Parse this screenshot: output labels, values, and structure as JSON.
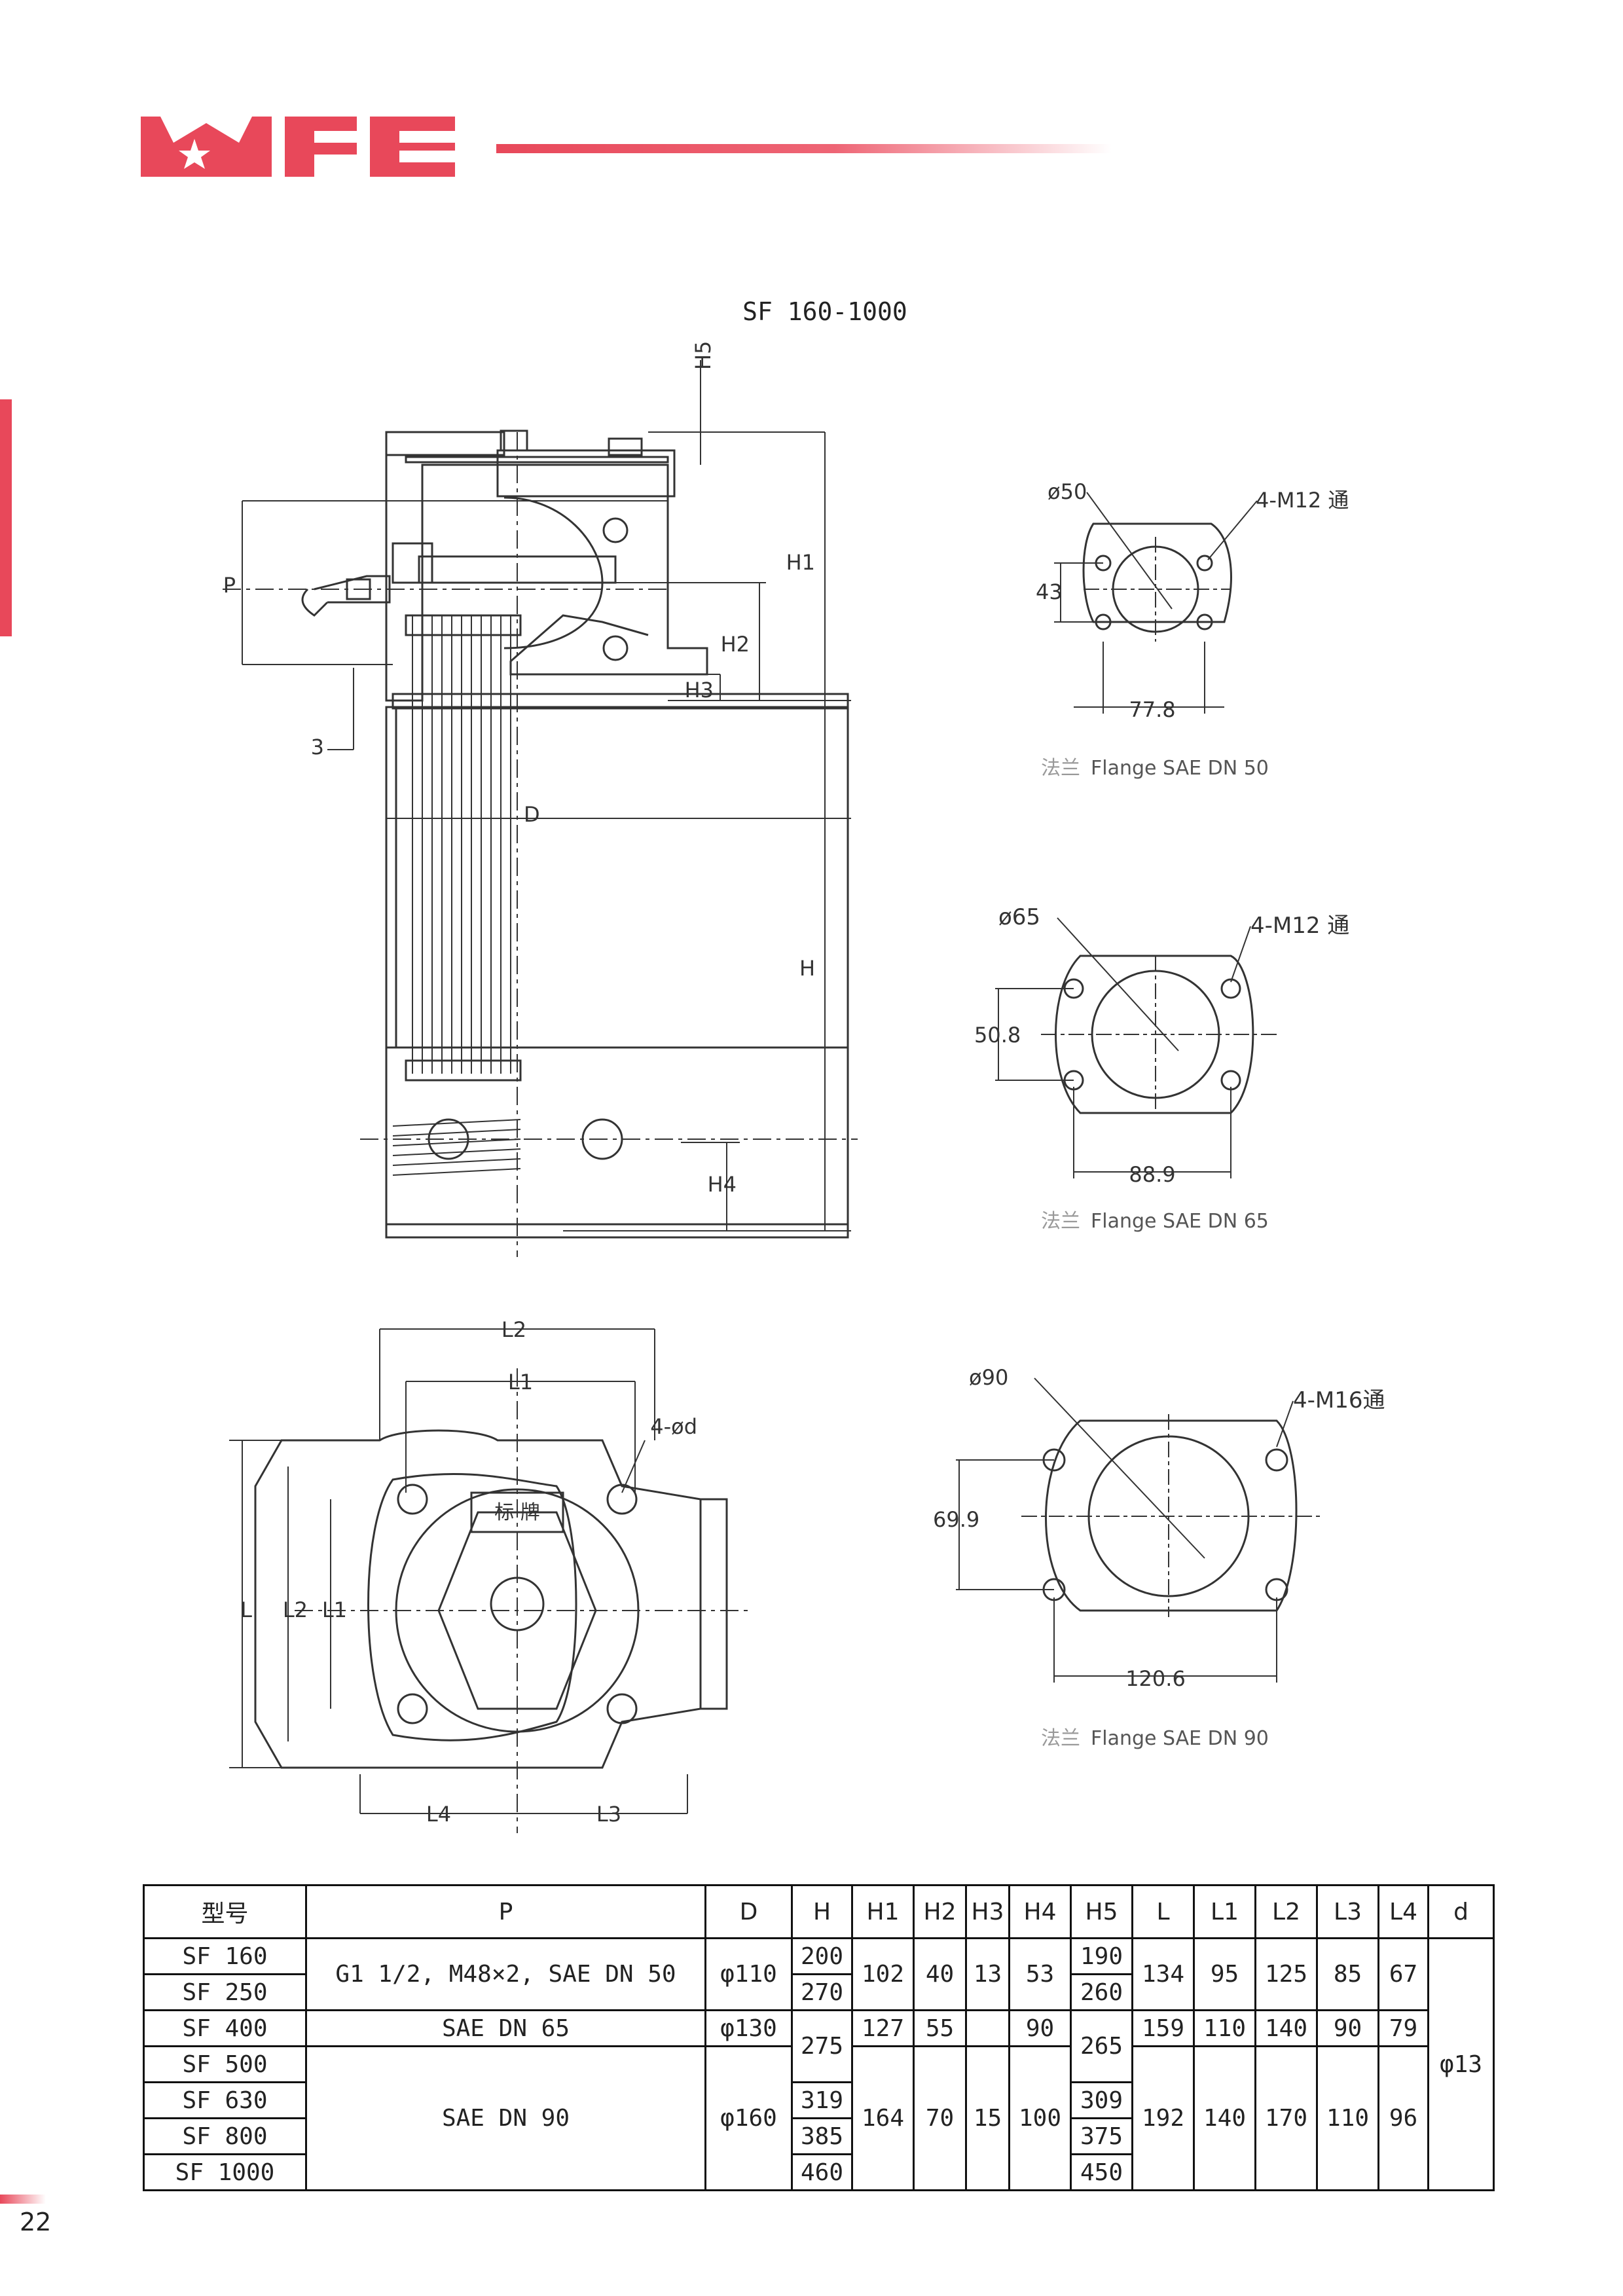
{
  "brand": {
    "logo_text": "MFE",
    "accent_color": "#e8485a"
  },
  "page_number": "22",
  "drawing": {
    "title": "SF 160-1000",
    "main_labels": {
      "h5": "H5",
      "h1": "H1",
      "p": "P",
      "h2": "H2",
      "h3": "H3",
      "three": "3",
      "d": "D",
      "h": "H",
      "h4": "H4"
    },
    "plan_labels": {
      "l2_top": "L2",
      "l1_top": "L1",
      "four_d": "4-ød",
      "l": "L",
      "l2_side": "L2",
      "l1_side": "L1",
      "l4": "L4",
      "l3": "L3",
      "plate": "标 牌"
    }
  },
  "flanges": [
    {
      "dia": "ø50",
      "bolts": "4-M12 通",
      "height_dim": "43",
      "width_dim": "77.8",
      "label_cn": "法兰",
      "label_en": "Flange SAE DN 50"
    },
    {
      "dia": "ø65",
      "bolts": "4-M12 通",
      "height_dim": "50.8",
      "width_dim": "88.9",
      "label_cn": "法兰",
      "label_en": "Flange SAE DN 65"
    },
    {
      "dia": "ø90",
      "bolts": "4-M16通",
      "height_dim": "69.9",
      "width_dim": "120.6",
      "label_cn": "法兰",
      "label_en": "Flange SAE DN 90"
    }
  ],
  "table": {
    "headers": [
      "型号",
      "P",
      "D",
      "H",
      "H1",
      "H2",
      "H3",
      "H4",
      "H5",
      "L",
      "L1",
      "L2",
      "L3",
      "L4",
      "d"
    ],
    "models": [
      "SF 160",
      "SF 250",
      "SF 400",
      "SF 500",
      "SF 630",
      "SF 800",
      "SF 1000"
    ],
    "p_groups": [
      "G1 1/2, M48×2, SAE DN 50",
      "SAE DN 65",
      "SAE DN 90"
    ],
    "D": [
      "φ110",
      "φ130",
      "φ160"
    ],
    "H": [
      "200",
      "270",
      "275",
      "319",
      "385",
      "460"
    ],
    "H1": [
      "102",
      "127",
      "164"
    ],
    "H2": [
      "40",
      "55",
      "70"
    ],
    "H3": [
      "13",
      "",
      "15"
    ],
    "H4": [
      "53",
      "90",
      "100"
    ],
    "H5": [
      "190",
      "260",
      "265",
      "309",
      "375",
      "450"
    ],
    "L": [
      "134",
      "159",
      "192"
    ],
    "L1": [
      "95",
      "110",
      "140"
    ],
    "L2": [
      "125",
      "140",
      "170"
    ],
    "L3": [
      "85",
      "90",
      "110"
    ],
    "L4": [
      "67",
      "79",
      "96"
    ],
    "d": "φ13"
  }
}
